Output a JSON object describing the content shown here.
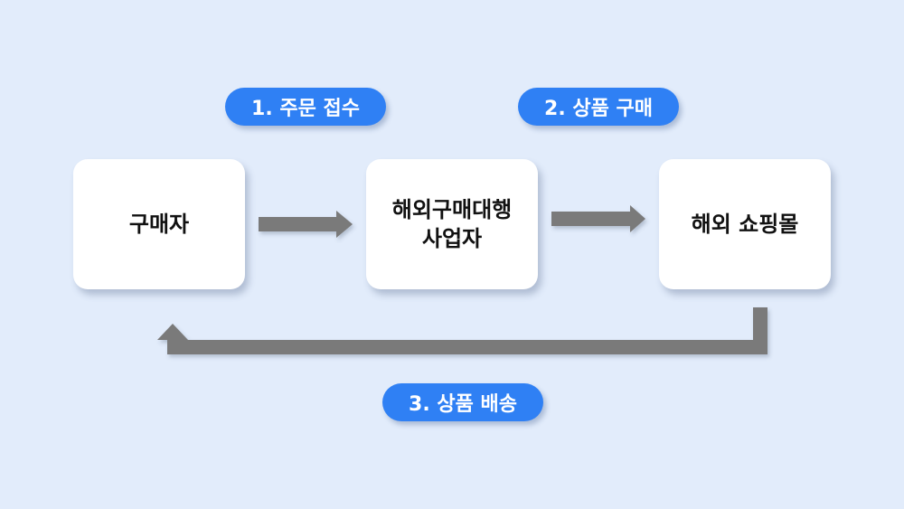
{
  "labels": {
    "step1": "1. 주문 접수",
    "step2": "2. 상품 구매",
    "step3": "3. 상품 배송"
  },
  "nodes": {
    "buyer": "구매자",
    "agent_line1": "해외구매대행",
    "agent_line2": "사업자",
    "mall": "해외 쇼핑몰"
  },
  "colors": {
    "background": "#e2ecfb",
    "pill": "#2f80f4",
    "arrow": "#7a7a7a",
    "box": "#ffffff"
  }
}
